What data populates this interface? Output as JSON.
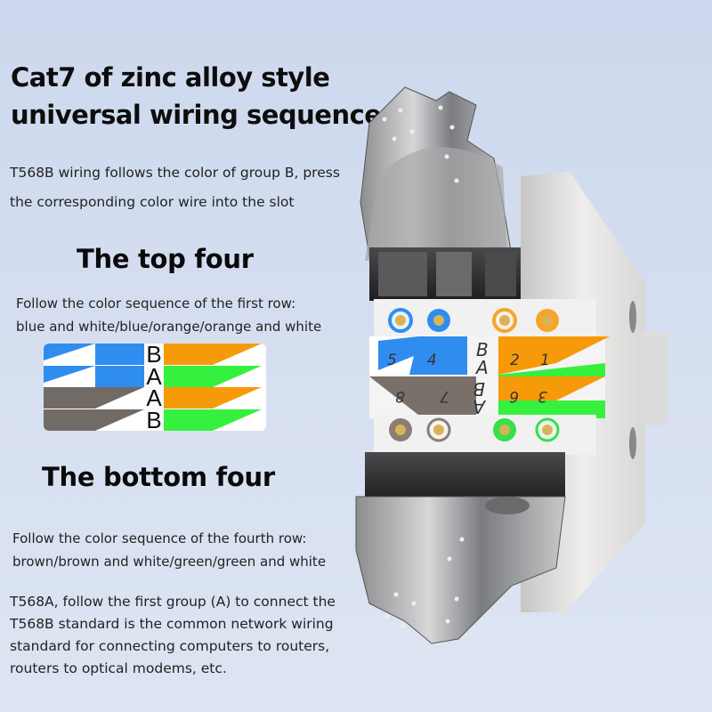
{
  "title": {
    "line1": "Cat7 of zinc alloy style",
    "line2": "universal wiring sequence"
  },
  "intro": {
    "line1": "T568B wiring follows the color of group B, press",
    "line2": "the corresponding color wire into the slot"
  },
  "top_section": {
    "heading": "The top four",
    "desc_line1": "Follow the color sequence of the first row:",
    "desc_line2": "blue and white/blue/orange/orange and white"
  },
  "diagram": {
    "letters": [
      "B",
      "A",
      "A",
      "B"
    ],
    "rows": [
      {
        "left": "blue-white / blue",
        "right": "orange",
        "group": "B"
      },
      {
        "left": "blue-white / blue",
        "right": "green",
        "group": "A"
      },
      {
        "left": "brown",
        "right": "orange",
        "group": "A"
      },
      {
        "left": "brown",
        "right": "green",
        "group": "B"
      }
    ],
    "colors": {
      "blue": "#2f8df0",
      "orange": "#f79a0a",
      "green": "#36f03e",
      "brown": "#716a65",
      "white": "#ffffff"
    }
  },
  "bottom_section": {
    "heading": "The bottom four",
    "desc_line1": "Follow the color sequence of the fourth row:",
    "desc_line2": "brown/brown and white/green/green and white"
  },
  "note": {
    "line1": "T568A, follow the first group (A) to connect the",
    "line2": "T568B standard is the common network wiring",
    "line3": "standard for connecting computers to routers,",
    "line4": "routers to optical modems, etc."
  },
  "connector": {
    "top_pins": [
      "5",
      "4",
      "2",
      "1"
    ],
    "center_letters_top": [
      "B",
      "A"
    ],
    "center_letters_bottom": [
      "A",
      "B"
    ],
    "bottom_pins": [
      "8",
      "7",
      "6",
      "3"
    ]
  }
}
